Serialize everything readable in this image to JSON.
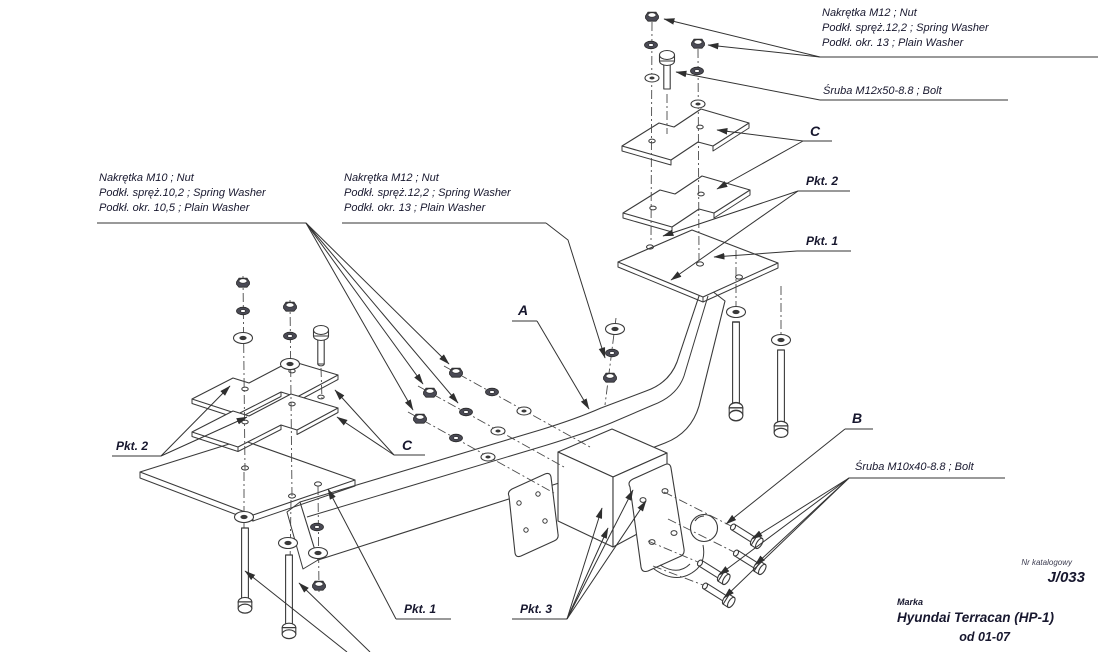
{
  "drawing": {
    "background": "#ffffff",
    "line_color": "#3a3a3a",
    "text_color": "#17172e",
    "callouts": {
      "top_right_parts": {
        "lines": [
          "Nakrętka  M12 ; Nut",
          "Podkł. spręż.12,2 ; Spring Washer",
          "Podkł. okr. 13 ; Plain Washer"
        ]
      },
      "bolt_m12": {
        "label": "Śruba M12x50-8.8 ;  Bolt"
      },
      "left_parts_m10": {
        "lines": [
          "Nakrętka  M10 ; Nut",
          "Podkł. spręż.10,2 ; Spring Washer",
          "Podkł. okr. 10,5 ; Plain Washer"
        ]
      },
      "center_parts_m12": {
        "lines": [
          "Nakrętka  M12 ; Nut",
          "Podkł. spręż.12,2 ; Spring Washer",
          "Podkł. okr. 13 ; Plain Washer"
        ]
      },
      "bolt_m10": {
        "label": "Śruba M10x40-8.8 ;  Bolt"
      },
      "ref_a": {
        "label": "A"
      },
      "ref_b": {
        "label": "B"
      },
      "ref_c_right": {
        "label": "C"
      },
      "ref_c_left": {
        "label": "C"
      },
      "pkt_1_right": {
        "label": "Pkt. 1"
      },
      "pkt_2_right": {
        "label": "Pkt. 2"
      },
      "pkt_1_left": {
        "label": "Pkt. 1"
      },
      "pkt_2_left": {
        "label": "Pkt. 2"
      },
      "pkt_3": {
        "label": "Pkt. 3"
      }
    },
    "title_block": {
      "catalog_label": "Nr katalogowy",
      "catalog_number": "J/033",
      "brand_label": "Marka",
      "brand_value": "Hyundai Terracan (HP-1)",
      "date_range": "od 01-07"
    }
  }
}
